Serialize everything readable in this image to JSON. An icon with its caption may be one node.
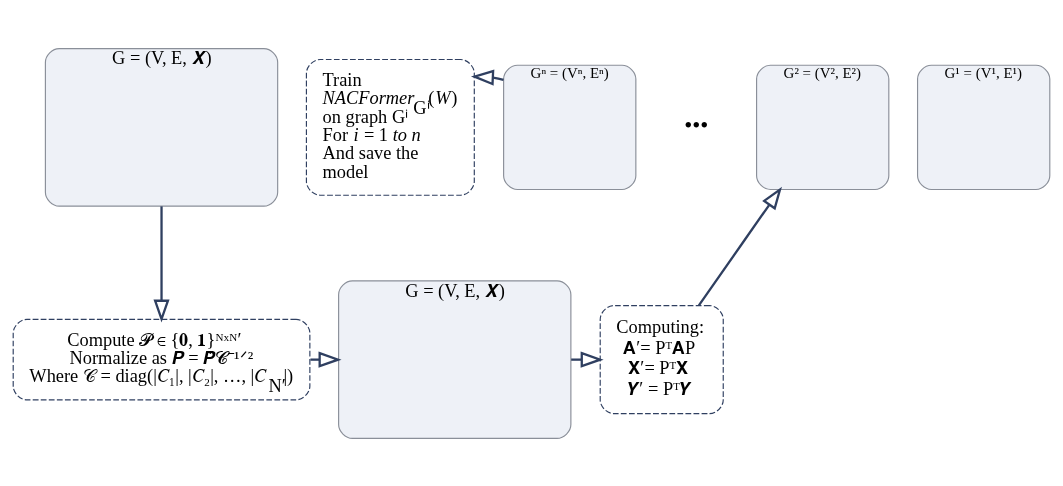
{
  "diagram": {
    "nodes": [
      {
        "text": [
          "G = (V, E, 𝑿)"
        ]
      },
      {
        "text": [
          "Compute 𝓟 ∈ {𝟎, 𝟏}ᴺˣᴺ′",
          "Normalize as 𝑷 = 𝑷̂𝓒⁻¹ᐟ²",
          "Where 𝒞 = diag(|𝐶₁|, |𝐶₂|, …, |𝐶$_{N′}$|)"
        ]
      },
      {
        "text": [
          "G = (V, E, 𝑿)"
        ]
      },
      {
        "text": [
          "Computing:",
          "𝐀′= Pᵀ𝐀P",
          "𝐗′= Pᵀ𝐗",
          "𝒀′ = Pᵀ𝒀"
        ]
      },
      {
        "text": [
          "Gⁿ = (Vⁿ, Eⁿ)"
        ]
      },
      {
        "text": [
          "G² = (V², E²)"
        ]
      },
      {
        "text": [
          "G¹ = (V¹, E¹)"
        ]
      },
      {
        "text": [
          "Train *NACFormer*$_{Gⁱ}$(*W*) on graph Gⁱ For *i* = 1 *to n* And save the model"
        ]
      }
    ],
    "edges": [
      {
        "from": 0,
        "to": 1,
        "arrow": "to"
      },
      {
        "from": 1,
        "to": 2,
        "arrow": "to"
      },
      {
        "from": 2,
        "to": 3,
        "arrow": "to"
      },
      {
        "from": 3,
        "to": 5,
        "arrow": "to"
      },
      {
        "from": 4,
        "to": 7,
        "arrow": "to"
      }
    ],
    "labels": [
      "•••"
    ]
  }
}
